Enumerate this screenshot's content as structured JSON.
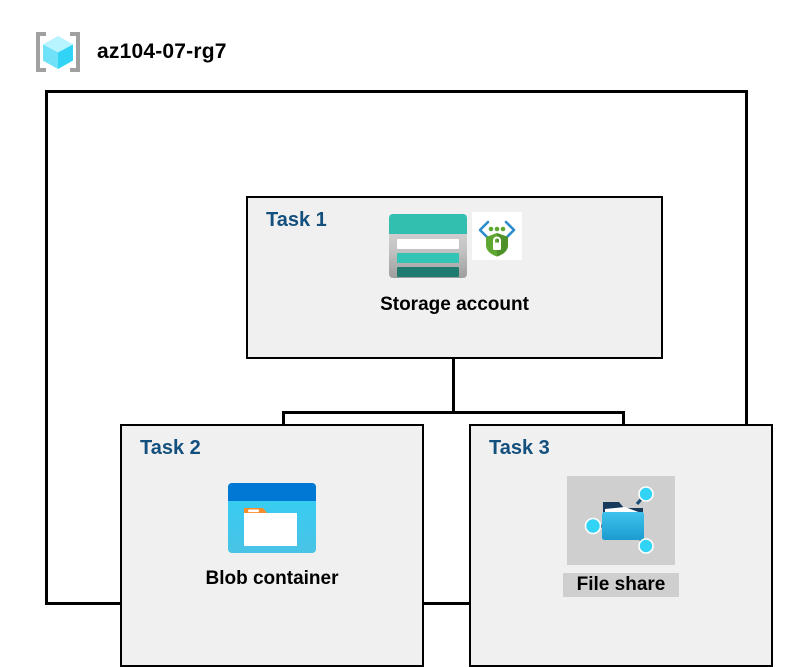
{
  "header": {
    "icon": "resource-group-icon",
    "title": "az104-07-rg7"
  },
  "diagram": {
    "container_name": "resource-group-boundary",
    "nodes": [
      {
        "task_label": "Task 1",
        "name": "Storage account",
        "icon": "storage-account-icon",
        "secondary_icon": "secure-endpoint-shield-icon",
        "shaded_label": false
      },
      {
        "task_label": "Task 2",
        "name": "Blob container",
        "icon": "blob-container-icon",
        "secondary_icon": null,
        "shaded_label": false
      },
      {
        "task_label": "Task 3",
        "name": "File share",
        "icon": "file-share-icon",
        "secondary_icon": null,
        "shaded_label": true
      }
    ],
    "connections": [
      {
        "from": "Storage account",
        "to": "Blob container"
      },
      {
        "from": "Storage account",
        "to": "File share"
      }
    ]
  },
  "colors": {
    "task_label": "#14507D",
    "box_fill": "#F0F0F0",
    "border": "#000000",
    "storage_teal": "#32BFB0",
    "blob_blue": "#0078D4",
    "blob_cyan": "#32CFF5",
    "blob_orange": "#F78D2A",
    "fileshare_blue": "#32A8DC",
    "shield_green": "#5EA832",
    "rg_cube_cyan": "#50E6FF",
    "shade_gray": "#CFCFCF"
  }
}
